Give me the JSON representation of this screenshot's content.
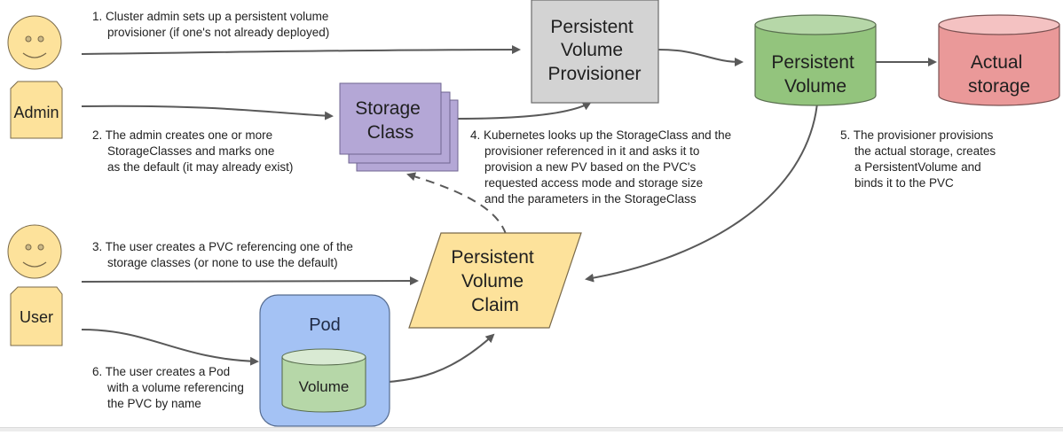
{
  "diagram": {
    "actors": {
      "admin": {
        "label": "Admin"
      },
      "user": {
        "label": "User"
      }
    },
    "nodes": {
      "provisioner": {
        "lines": [
          "Persistent",
          "Volume",
          "Provisioner"
        ]
      },
      "persistent_volume": {
        "lines": [
          "Persistent",
          "Volume"
        ]
      },
      "actual_storage": {
        "lines": [
          "Actual",
          "storage"
        ]
      },
      "storage_class": {
        "lines": [
          "Storage",
          "Class"
        ]
      },
      "pvc": {
        "lines": [
          "Persistent",
          "Volume",
          "Claim"
        ]
      },
      "pod": {
        "label": "Pod"
      },
      "pod_volume": {
        "label": "Volume"
      }
    },
    "steps": [
      {
        "id": "1",
        "lines": [
          "1. Cluster admin sets up a persistent volume",
          "provisioner (if one's not already deployed)"
        ]
      },
      {
        "id": "2",
        "lines": [
          "2. The admin creates one or more",
          "StorageClasses and marks one",
          "as the default (it may already exist)"
        ]
      },
      {
        "id": "3",
        "lines": [
          "3. The user creates a PVC referencing one of the",
          "storage classes (or none to use the default)"
        ]
      },
      {
        "id": "4",
        "lines": [
          "4. Kubernetes looks up the StorageClass and the",
          "provisioner referenced in it and asks it to",
          "provision a new PV based on the PVC's",
          "requested access mode and storage size",
          "and the parameters in the StorageClass"
        ]
      },
      {
        "id": "5",
        "lines": [
          "5. The provisioner provisions",
          "the actual storage, creates",
          "a PersistentVolume and",
          "binds it to the PVC"
        ]
      },
      {
        "id": "6",
        "lines": [
          "6. The user creates a Pod",
          "with a volume referencing",
          "the PVC by name"
        ]
      }
    ],
    "colors": {
      "actor_fill": "#fde29b",
      "actor_stroke": "#7a6a4a",
      "provisioner_fill": "#d3d3d3",
      "pv_fill": "#93c47d",
      "pv_top": "#b6d7a8",
      "storage_fill": "#ea9999",
      "storage_top": "#f4c2c2",
      "storage_class_fill": "#b4a7d6",
      "pvc_fill": "#fde29b",
      "pod_fill": "#a4c2f4",
      "pod_volume_fill": "#b6d7a8",
      "arrow": "#595959"
    }
  }
}
